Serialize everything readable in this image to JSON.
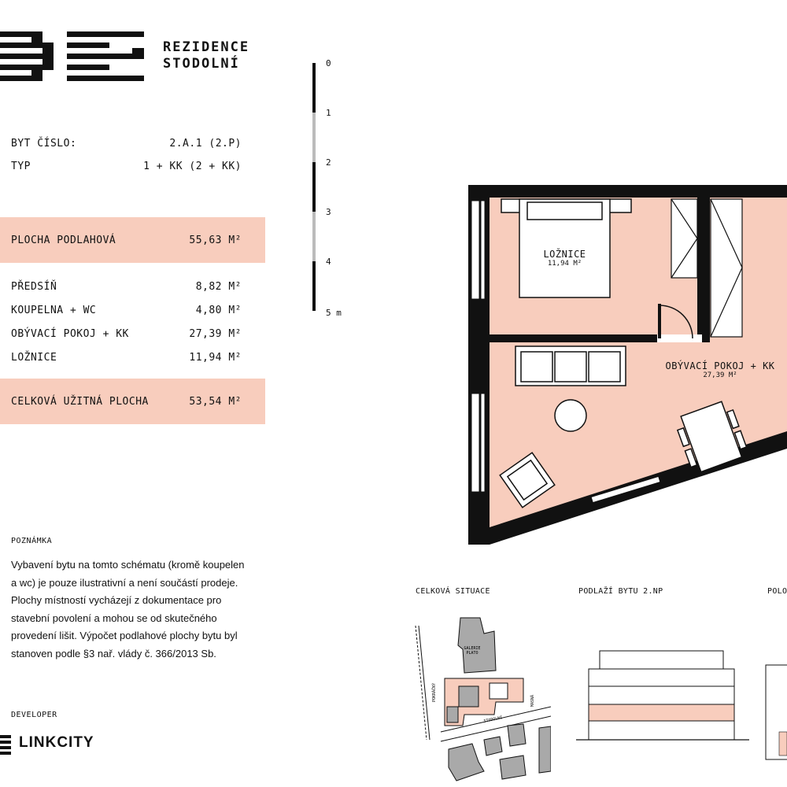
{
  "brand": {
    "line1": "REZIDENCE",
    "line2": "STODOLNÍ"
  },
  "apartment": {
    "number_label": "BYT ČÍSLO:",
    "number_value": "2.A.1 (2.P)",
    "type_label": "TYP",
    "type_value": "1 + KK (2 + KK)"
  },
  "floor_area": {
    "label": "PLOCHA PODLAHOVÁ",
    "value": "55,63 M²"
  },
  "rooms": [
    {
      "label": "PŘEDSÍŇ",
      "value": "8,82 M²"
    },
    {
      "label": "KOUPELNA + WC",
      "value": "4,80 M²"
    },
    {
      "label": "OBÝVACÍ POKOJ + KK",
      "value": "27,39 M²"
    },
    {
      "label": "LOŽNICE",
      "value": "11,94 M²"
    }
  ],
  "usable_area": {
    "label": "CELKOVÁ UŽITNÁ PLOCHA",
    "value": "53,54 M²"
  },
  "scale": {
    "ticks": [
      "0",
      "1",
      "2",
      "3",
      "4",
      "5 m"
    ]
  },
  "plan": {
    "bedroom_name": "LOŽNICE",
    "bedroom_area": "11,94 M²",
    "living_name": "OBÝVACÍ POKOJ + KK",
    "living_area": "27,39 M²"
  },
  "note": {
    "title": "POZNÁMKA",
    "text": "Vybavení bytu na tomto schématu (kromě koupelen a wc) je pouze ilustrativní a není součástí prodeje. Plochy místností vycházejí z dokumentace pro stavební povolení a mohou se od skutečného provedení lišit. Výpočet podlahové plochy bytu byl stanoven podle §3 nař. vlády č. 366/2013 Sb."
  },
  "developer": {
    "title": "DEVELOPER",
    "name": "LINKCITY"
  },
  "maps": {
    "situation_title": "CELKOVÁ SITUACE",
    "floor_title": "PODLAŽÍ BYTU 2.NP",
    "position_title": "POLOH",
    "label_galerie": "GALERIE",
    "label_plato": "PLATO",
    "label_pokorny": "POKRÁČNÝ",
    "label_stodolni": "STODOLNÍ",
    "label_masna": "MASNÁ"
  },
  "colors": {
    "accent": "#f8cdbd",
    "ink": "#111111",
    "grey": "#a9a9a9"
  }
}
